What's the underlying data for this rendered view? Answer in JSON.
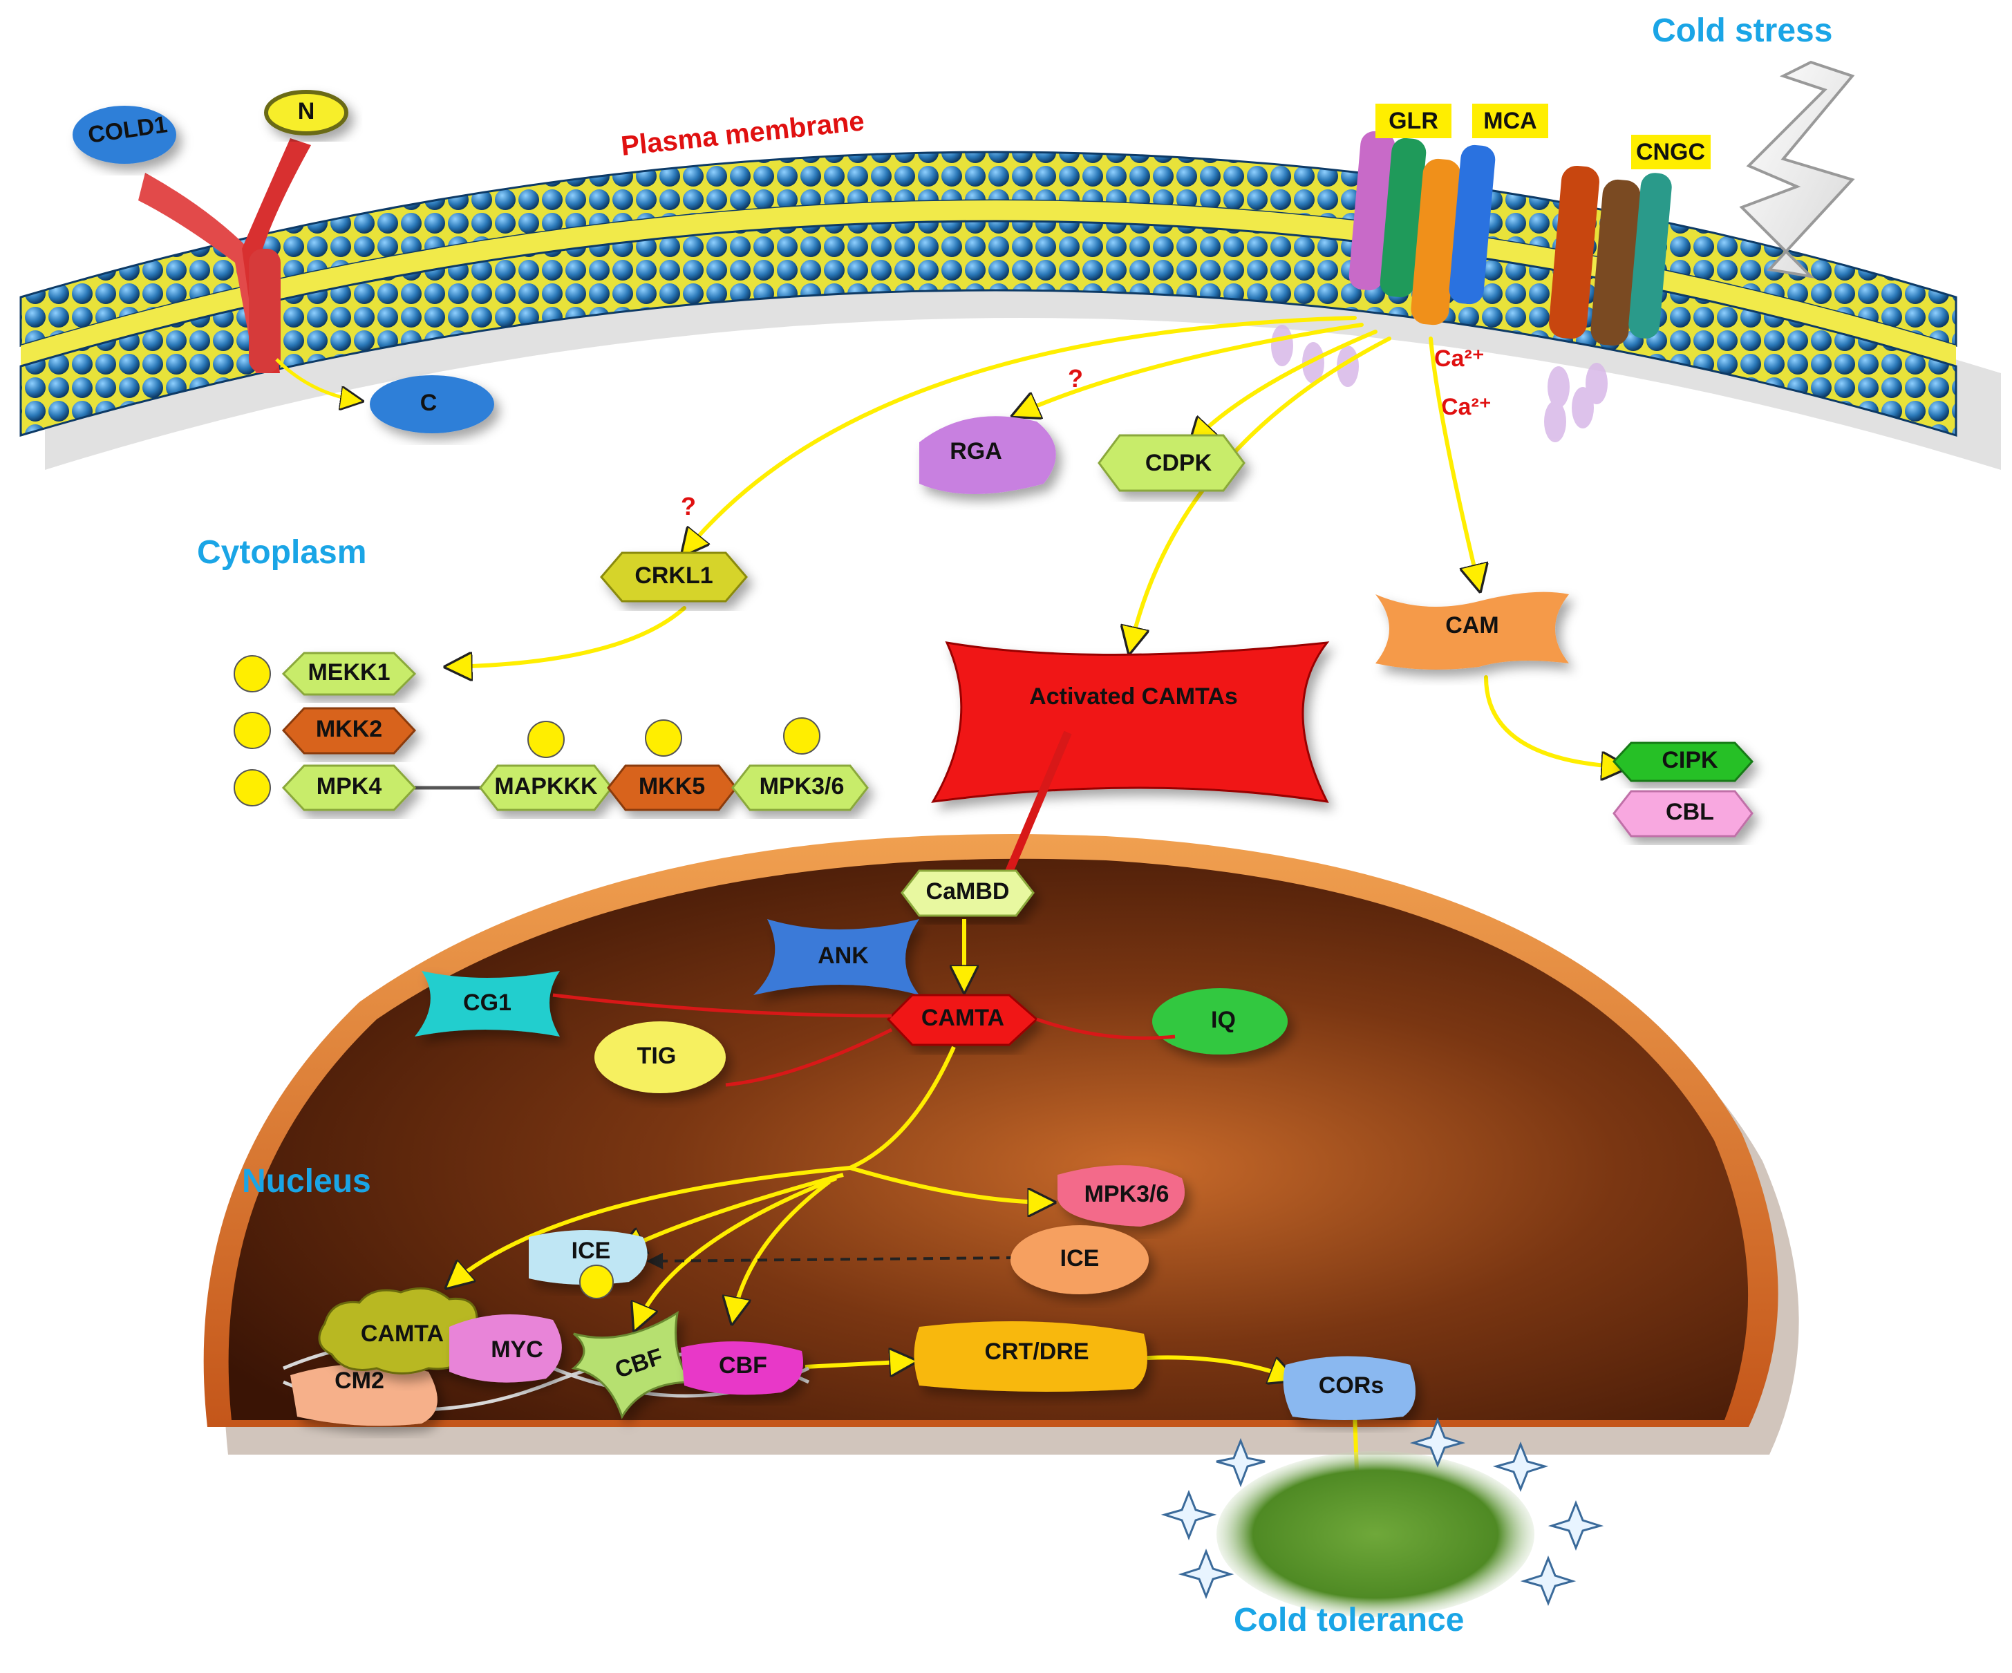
{
  "regions": {
    "cold_stress": "Cold stress",
    "plasma_membrane": "Plasma membrane",
    "cytoplasm": "Cytoplasm",
    "nucleus": "Nucleus",
    "cold_tolerance": "Cold tolerance"
  },
  "membrane": {
    "cold1": "COLD1",
    "n": "N",
    "c": "C",
    "glr": "GLR",
    "mca": "MCA",
    "cngc": "CNGC",
    "ca1": "Ca²⁺",
    "ca2": "Ca²⁺"
  },
  "cytoplasm": {
    "rga": "RGA",
    "cdpk": "CDPK",
    "crkl1": "CRKL1",
    "q1": "?",
    "q2": "?",
    "cam": "CAM",
    "camtas": "Activated CAMTAs",
    "cipk": "CIPK",
    "cbl": "CBL",
    "mekk1": "MEKK1",
    "mkk2": "MKK2",
    "mpk4": "MPK4",
    "mapkkk": "MAPKKK",
    "mkk5": "MKK5",
    "mpk36": "MPK3/6"
  },
  "nucleus": {
    "cambd": "CaMBD",
    "ank": "ANK",
    "cg1": "CG1",
    "camta": "CAMTA",
    "iq": "IQ",
    "tig": "TIG",
    "mpk36": "MPK3/6",
    "ice": "ICE",
    "ice2": "ICE",
    "camta2": "CAMTA",
    "cm2": "CM2",
    "myc": "MYC",
    "cbf1": "CBF",
    "cbf2": "CBF",
    "crtdre": "CRT/DRE",
    "cors": "CORs"
  },
  "colors": {
    "arrow": "#ffee00",
    "inhibit": "#d81818",
    "region_text": "#1aa5e6",
    "membrane_head": "#2a78b8",
    "nucleus": "#6a2f10"
  }
}
